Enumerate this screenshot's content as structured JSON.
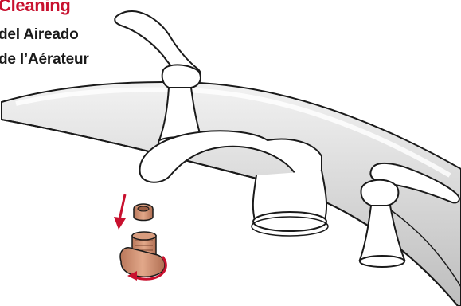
{
  "captions": {
    "line1": "Cleaning",
    "line2": "del Aireado",
    "line3": "de l’Aérateur"
  },
  "colors": {
    "accent_red": "#c8102e",
    "aerator_copper": "#c98a6a",
    "outline": "#1a1a1a",
    "deck_shadow": "#b8b8b8"
  },
  "icons": {
    "down_arrow": "down-arrow-icon",
    "rotate_arrow": "counterclockwise-rotate-icon"
  }
}
